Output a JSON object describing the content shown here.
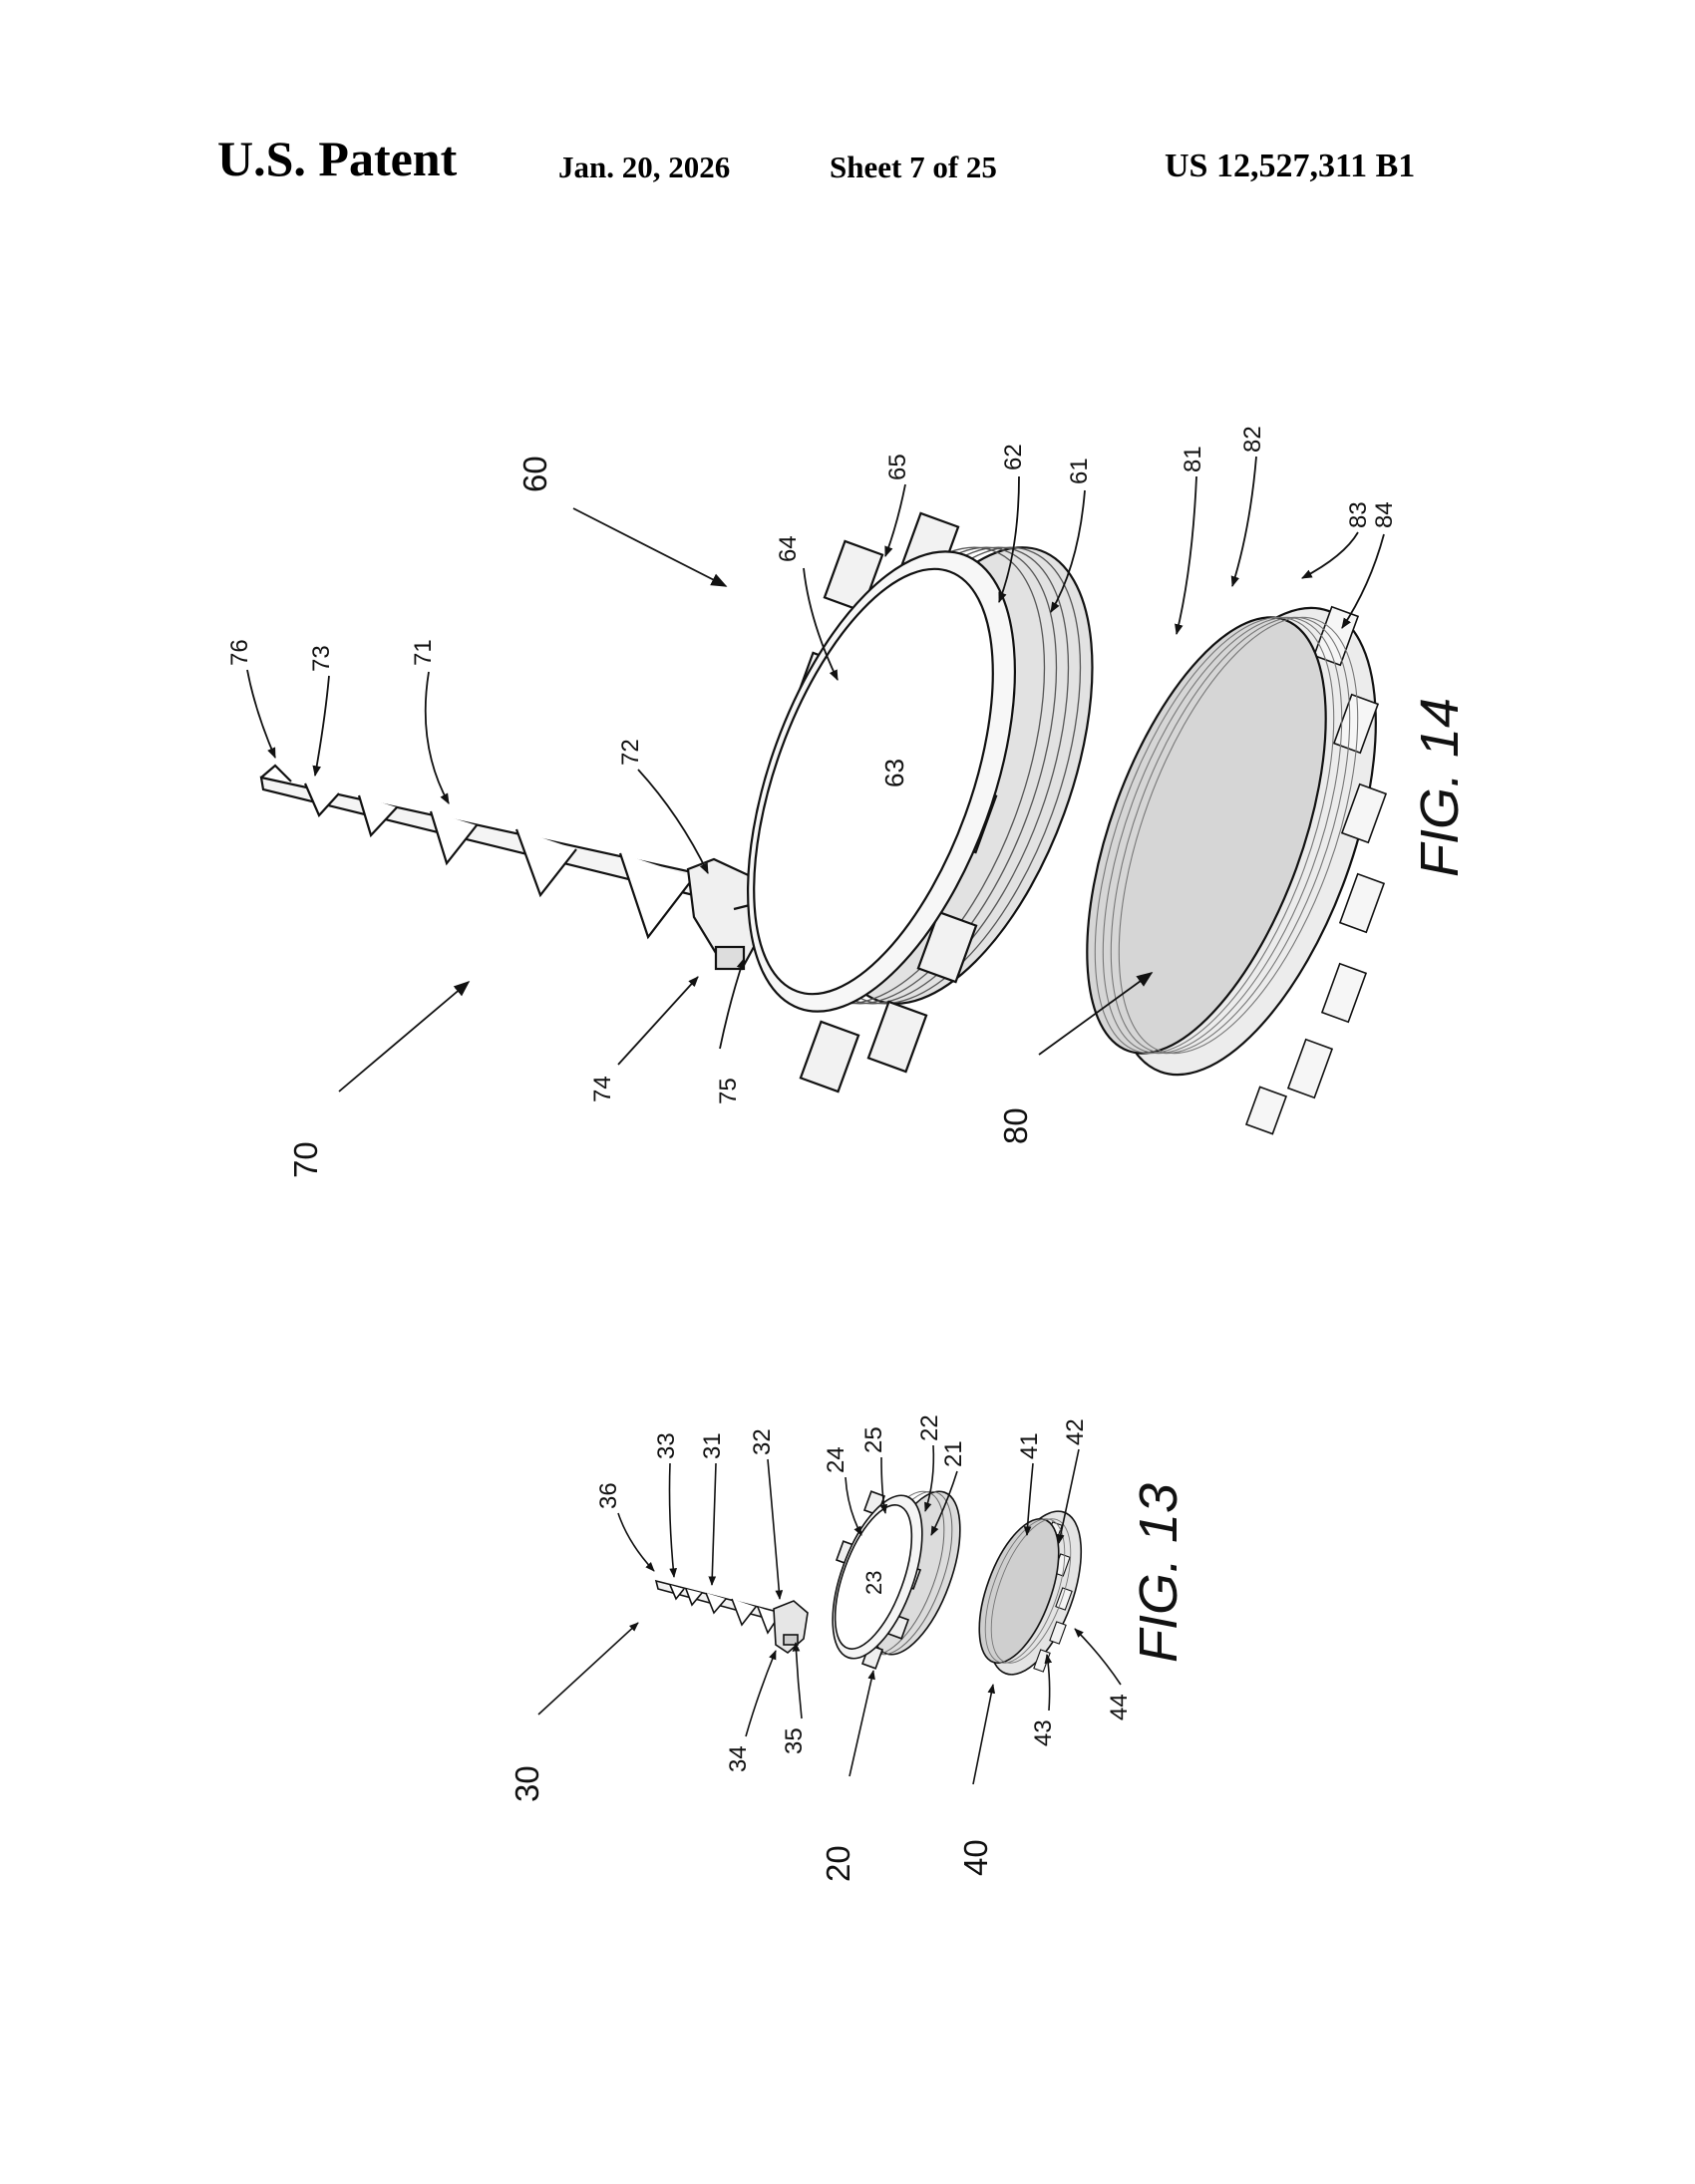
{
  "header": {
    "patent_label": "U.S. Patent",
    "date": "Jan. 20, 2026",
    "sheet": "Sheet 7 of 25",
    "patent_number": "US 12,527,311 B1"
  },
  "fig14": {
    "label": "FIG. 14",
    "refs": {
      "r60": "60",
      "r61": "61",
      "r62": "62",
      "r63": "63",
      "r64": "64",
      "r65": "65",
      "r70": "70",
      "r71": "71",
      "r72": "72",
      "r73": "73",
      "r74": "74",
      "r75": "75",
      "r76": "76",
      "r80": "80",
      "r81": "81",
      "r82": "82",
      "r83": "83",
      "r84": "84"
    }
  },
  "fig13": {
    "label": "FIG. 13",
    "refs": {
      "r20": "20",
      "r21": "21",
      "r22": "22",
      "r23": "23",
      "r24": "24",
      "r25": "25",
      "r30": "30",
      "r31": "31",
      "r32": "32",
      "r33": "33",
      "r34": "34",
      "r35": "35",
      "r36": "36",
      "r40": "40",
      "r41": "41",
      "r42": "42",
      "r43": "43",
      "r44": "44"
    }
  }
}
